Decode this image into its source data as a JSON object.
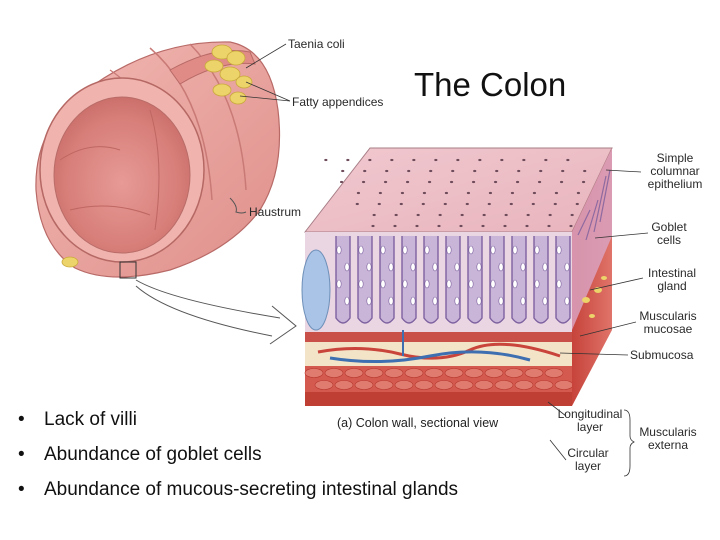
{
  "title": "The Colon",
  "labels": {
    "taenia_coli": "Taenia coli",
    "fatty_appendices": "Fatty appendices",
    "haustrum": "Haustrum",
    "simple_columnar_epithelium": [
      "Simple",
      "columnar",
      "epithelium"
    ],
    "goblet_cells": [
      "Goblet",
      "cells"
    ],
    "intestinal_gland": [
      "Intestinal",
      "gland"
    ],
    "muscularis_mucosae": [
      "Muscularis",
      "mucosae"
    ],
    "submucosa": "Submucosa",
    "longitudinal_layer": [
      "Longitudinal",
      "layer"
    ],
    "circular_layer": [
      "Circular",
      "layer"
    ],
    "muscularis_externa": [
      "Muscularis",
      "externa"
    ]
  },
  "caption": "(a) Colon wall, sectional view",
  "bullets": [
    "Lack of villi",
    "Abundance of goblet cells",
    "Abundance of mucous-secreting intestinal glands"
  ],
  "colors": {
    "colon_pink": "#e9a3a0",
    "lumen": "#d98480",
    "fat": "#ecd36a",
    "epithelium_purple": "#9a88b8",
    "muscle_red": "#d0493d",
    "vessel_blue": "#3e6fb0"
  }
}
